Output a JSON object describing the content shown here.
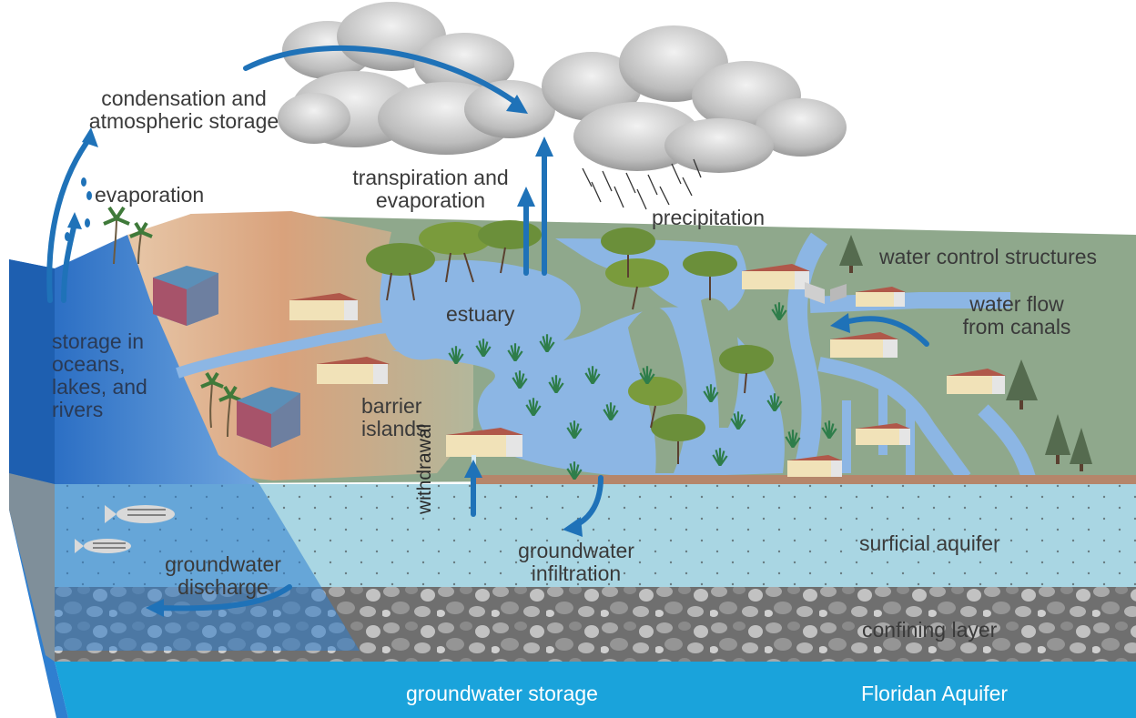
{
  "labels": {
    "condensation": [
      "condensation and",
      "atmospheric storage"
    ],
    "evaporation": "evaporation",
    "transpiration": [
      "transpiration and",
      "evaporation"
    ],
    "precipitation": "precipitation",
    "water_control": "water control structures",
    "water_flow": [
      "water flow",
      "from canals"
    ],
    "estuary": "estuary",
    "storage": [
      "storage in",
      "oceans,",
      "lakes, and",
      "rivers"
    ],
    "barrier": [
      "barrier",
      "islands"
    ],
    "withdrawal": "withdrawal",
    "gw_infiltration": [
      "groundwater",
      "infiltration"
    ],
    "gw_discharge": [
      "groundwater",
      "discharge"
    ],
    "surficial": "surficial aquifer",
    "confining": "confining layer",
    "gw_storage": "groundwater storage",
    "floridan": "Floridan Aquifer"
  },
  "colors": {
    "arrow": "#1f72b8",
    "ocean": "#2f7fd0",
    "aquifer": "#a9d6e3",
    "floridan": "#1aa3db",
    "land": "#8fa88c",
    "sand": "#d9a27c",
    "water": "#8cb6e4"
  },
  "icons": [
    "cloud-icon",
    "rain-icon",
    "building-icon",
    "house-icon",
    "palm-tree-icon",
    "mangrove-tree-icon",
    "pine-tree-icon",
    "fish-icon",
    "water-gate-icon",
    "grass-icon"
  ]
}
